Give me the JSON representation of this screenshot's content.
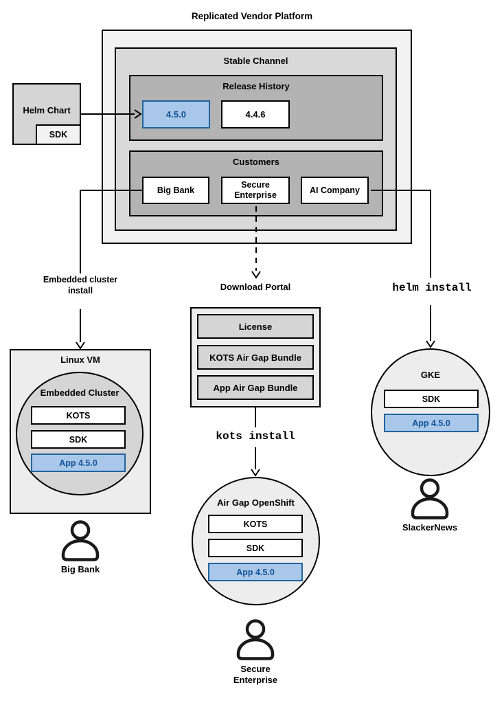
{
  "title": "Replicated Vendor Platform",
  "stable_channel": {
    "title": "Stable Channel",
    "release_history": {
      "title": "Release History",
      "releases": [
        "4.5.0",
        "4.4.6"
      ]
    },
    "customers": {
      "title": "Customers",
      "items": [
        "Big Bank",
        "Secure Enterprise",
        "AI Company"
      ]
    }
  },
  "helm_chart": {
    "label": "Helm Chart",
    "sdk": "SDK"
  },
  "labels": {
    "embedded_install_line1": "Embedded cluster",
    "embedded_install_line2": "install",
    "download_portal": "Download Portal",
    "helm_install": "helm install",
    "kots_install": "kots install"
  },
  "download_portal": {
    "items": [
      "License",
      "KOTS Air Gap Bundle",
      "App Air Gap Bundle"
    ]
  },
  "linux_vm": {
    "title": "Linux VM",
    "embedded_cluster": {
      "title": "Embedded Cluster",
      "components": [
        "KOTS",
        "SDK",
        "App 4.5.0"
      ]
    }
  },
  "airgap_openshift": {
    "title": "Air Gap OpenShift",
    "components": [
      "KOTS",
      "SDK",
      "App 4.5.0"
    ]
  },
  "gke": {
    "title": "GKE",
    "components": [
      "SDK",
      "App 4.5.0"
    ]
  },
  "personas": {
    "big_bank": "Big Bank",
    "secure_enterprise": "Secure Enterprise",
    "slackernews": "SlackerNews"
  },
  "colors": {
    "highlight_fill": "#a9c7e8",
    "highlight_stroke": "#20639f",
    "highlight_text": "#10539a",
    "line": "#000000"
  }
}
